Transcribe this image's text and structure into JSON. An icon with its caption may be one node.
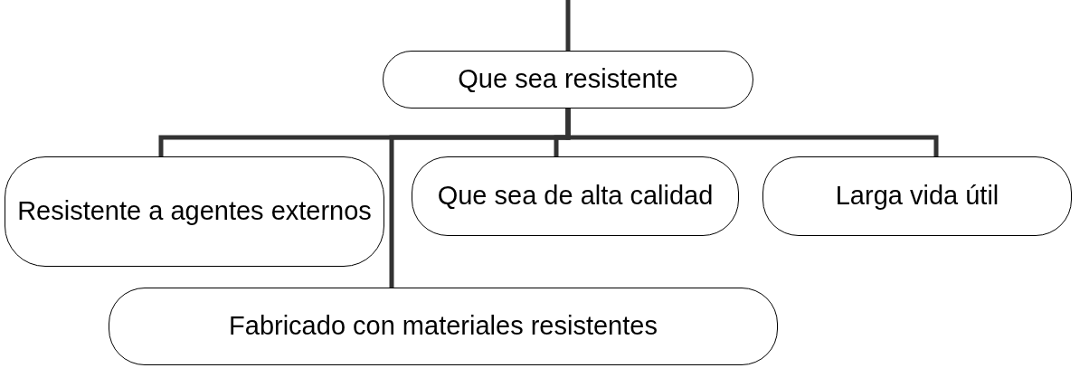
{
  "diagram": {
    "nodes": [
      {
        "text": [
          "Que sea resistente"
        ]
      },
      {
        "text": [
          "Resistente a agentes externos"
        ]
      },
      {
        "text": [
          "Que sea de alta calidad"
        ]
      },
      {
        "text": [
          "Larga vida útil"
        ]
      },
      {
        "text": [
          "Fabricado con materiales resistentes"
        ]
      }
    ],
    "edges": [
      {
        "from": null,
        "to": 0,
        "arrow": "none"
      },
      {
        "from": 0,
        "to": 1,
        "arrow": "none"
      },
      {
        "from": 0,
        "to": 2,
        "arrow": "none"
      },
      {
        "from": 0,
        "to": 3,
        "arrow": "none"
      },
      {
        "from": 0,
        "to": 4,
        "arrow": "none"
      }
    ]
  }
}
